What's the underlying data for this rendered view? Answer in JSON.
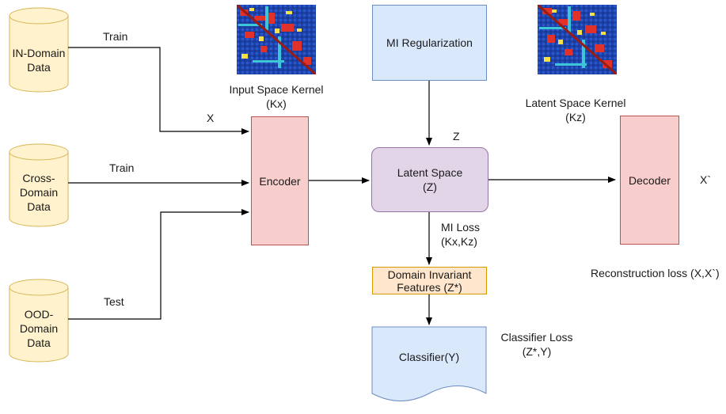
{
  "datasets": {
    "in_domain": [
      "IN-Domain",
      "Data"
    ],
    "cross_domain": [
      "Cross-",
      "Domain",
      "Data"
    ],
    "ood_domain": [
      "OOD-",
      "Domain",
      "Data"
    ]
  },
  "edge_labels": {
    "train_1": "Train",
    "train_2": "Train",
    "test": "Test",
    "x": "X",
    "z": "Z",
    "mi_loss": "MI Loss",
    "mi_loss_args": "(Kx,Kz)",
    "x_prime": "X`"
  },
  "blocks": {
    "encoder": "Encoder",
    "latent_space": "Latent Space",
    "latent_space_sym": "(Z)",
    "decoder": "Decoder",
    "mi_regularization": "MI Regularization",
    "domain_invariant": "Domain Invariant",
    "domain_invariant_sym": "Features (Z*)",
    "classifier": "Classifier(Y)"
  },
  "annotations": {
    "input_kernel": "Input Space Kernel",
    "input_kernel_sym": "(Kx)",
    "latent_kernel": "Latent Space Kernel",
    "latent_kernel_sym": "(Kz)",
    "reconstruction_loss": "Reconstruction loss (X,X`)",
    "classifier_loss": "Classifier Loss",
    "classifier_loss_args": "(Z*,Y)"
  },
  "colors": {
    "dataset_fill": "#fff2cc",
    "dataset_stroke": "#d6b656",
    "encoder_fill": "#f8cecc",
    "latent_fill": "#e1d5e7",
    "mi_reg_fill": "#dae8fc",
    "features_fill": "#ffe6cc",
    "classifier_fill": "#dae8fc"
  }
}
